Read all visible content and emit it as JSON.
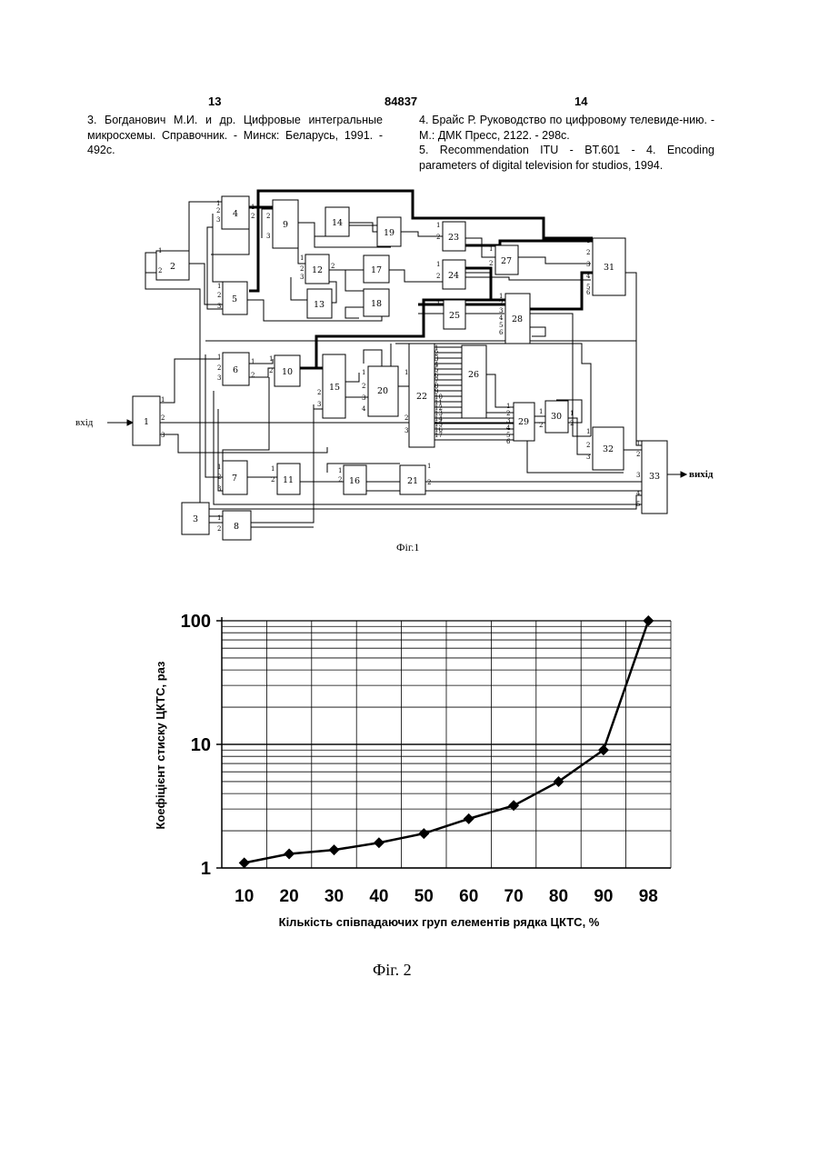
{
  "header": {
    "page_left": "13",
    "patent_number": "84837",
    "page_right": "14"
  },
  "references": {
    "left": [
      "3. Богданович М.И. и др. Цифровые интегральные микросхемы. Справочник. - Минск: Беларусь, 1991. - 492с."
    ],
    "right": [
      "4. Брайс Р. Руководство по цифровому телевиде-нию. - М.: ДМК Пресс, 2122. - 298с.",
      "5. Recommendation ITU - BT.601 - 4. Encoding parameters of digital television for studios, 1994."
    ]
  },
  "figure1": {
    "caption": "Фіг.1",
    "input_label": "вхід",
    "output_label": "вихід",
    "blocks": [
      "1",
      "2",
      "3",
      "4",
      "5",
      "6",
      "7",
      "8",
      "9",
      "10",
      "11",
      "12",
      "13",
      "14",
      "15",
      "16",
      "17",
      "18",
      "19",
      "20",
      "21",
      "22",
      "23",
      "24",
      "25",
      "26",
      "27",
      "28",
      "29",
      "30",
      "31",
      "32",
      "33"
    ]
  },
  "figure2": {
    "caption": "Фіг. 2"
  },
  "chart_data": {
    "type": "line",
    "title": "",
    "xlabel": "Кількість співпадаючих груп елементів рядка ЦКТС, %",
    "ylabel": "Коефіцієнт стиску ЦКТС, раз",
    "y_scale": "log",
    "ylim": [
      1,
      100
    ],
    "y_ticks": [
      "1",
      "10",
      "100"
    ],
    "categories": [
      "10",
      "20",
      "30",
      "40",
      "50",
      "60",
      "70",
      "80",
      "90",
      "98"
    ],
    "values": [
      1.1,
      1.3,
      1.4,
      1.6,
      1.9,
      2.5,
      3.2,
      5,
      9,
      100
    ],
    "grid": true,
    "marker": "diamond",
    "line_color": "#000000"
  }
}
